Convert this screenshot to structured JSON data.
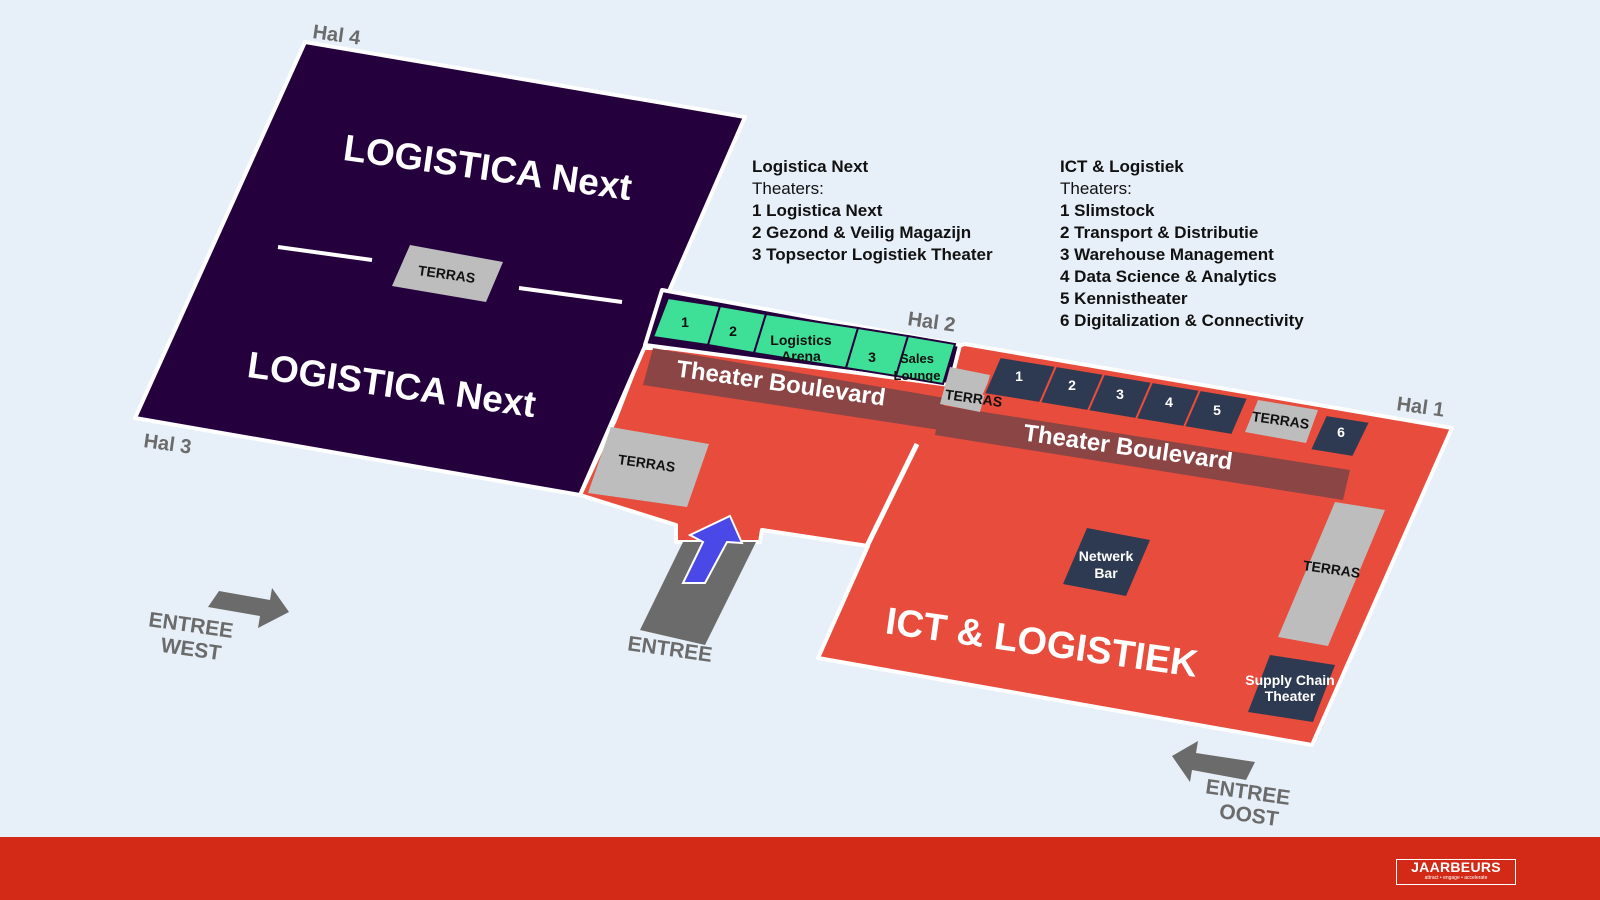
{
  "map": {
    "halls": {
      "hal4": "Hal 4",
      "hal3": "Hal 3",
      "hal2": "Hal 2",
      "hal1": "Hal 1"
    },
    "logistica_next_top": "LOGISTICA Next",
    "logistica_next_bottom": "LOGISTICA Next",
    "ict_logistiek": "ICT & LOGISTIEK",
    "terras": "TERRAS",
    "theater_boulevard": "Theater Boulevard",
    "green_rooms": {
      "r1": "1",
      "r2": "2",
      "arena_line1": "Logistics",
      "arena_line2": "Arena",
      "r3": "3",
      "lounge_line1": "Sales",
      "lounge_line2": "Lounge"
    },
    "navy_rooms": [
      "1",
      "2",
      "3",
      "4",
      "5",
      "6"
    ],
    "netwerk_bar_line1": "Netwerk",
    "netwerk_bar_line2": "Bar",
    "supply_chain_line1": "Supply Chain",
    "supply_chain_line2": "Theater",
    "entrances": {
      "west_line1": "ENTREE",
      "west_line2": "WEST",
      "main": "ENTREE",
      "oost_line1": "ENTREE",
      "oost_line2": "OOST"
    },
    "colors": {
      "logistica_next": "#24003d",
      "ict_logistiek": "#e84c3c",
      "boulevard": "#8b4545",
      "green_rooms": "#3de096",
      "navy_rooms": "#2e3a52",
      "terras": "#bdbdbd",
      "entrance_arrow": "#6b6b6b",
      "main_arrow": "#4b48e8",
      "footer": "#d22a16"
    }
  },
  "legend_logistica": {
    "title": "Logistica Next",
    "subtitle": "Theaters:",
    "items": [
      "1 Logistica Next",
      "2 Gezond & Veilig Magazijn",
      "3 Topsector Logistiek Theater"
    ]
  },
  "legend_ict": {
    "title": "ICT & Logistiek",
    "subtitle": "Theaters:",
    "items": [
      "1 Slimstock",
      "2 Transport & Distributie",
      "3 Warehouse Management",
      "4 Data Science & Analytics",
      "5 Kennistheater",
      "6 Digitalization & Connectivity"
    ]
  },
  "footer": {
    "logo_name": "JAARBEURS",
    "logo_tagline": "attract • engage • accelerate"
  }
}
